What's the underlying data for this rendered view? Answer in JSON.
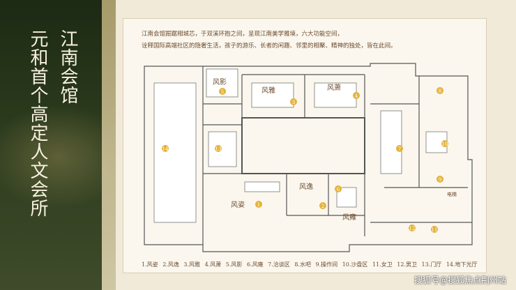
{
  "title": {
    "line1": "江南会馆",
    "line2": "元和首个高定人文会所"
  },
  "description": {
    "line1": "江南会馆掘踞相城芯，于双溪环抱之间，呈现江南美学雅境，六大功能空间，",
    "line2": "诠释国际高端社区的隐奢生活，孩子的游乐、长者的闲趣、邻里的相聚、精神的独处，皆在此间。"
  },
  "rooms": {
    "fengying": "风影",
    "fengya": "风雅",
    "fengxiao": "风萧",
    "fengyi": "风逸",
    "fengzi": "风姿",
    "fengyun": "风雍",
    "dianti": "电梯"
  },
  "markers": [
    "1",
    "2",
    "3",
    "4",
    "5",
    "6",
    "7",
    "8",
    "9",
    "10",
    "11",
    "12",
    "13",
    "14"
  ],
  "legend": [
    "1.风姿",
    "2.风逸",
    "3.风雅",
    "4.风萧",
    "5.风影",
    "6.风雍",
    "7.洽谈区",
    "8.水吧",
    "9.操作间",
    "10.沙盘区",
    "11.女卫",
    "12.男卫",
    "13.门厅",
    "14.地下光厅"
  ],
  "watermark": "搜狐号@搜狐焦点荆州站",
  "colors": {
    "banner": "#2c3b1d",
    "accent": "#e4b23b",
    "text": "#6b4b2e"
  }
}
